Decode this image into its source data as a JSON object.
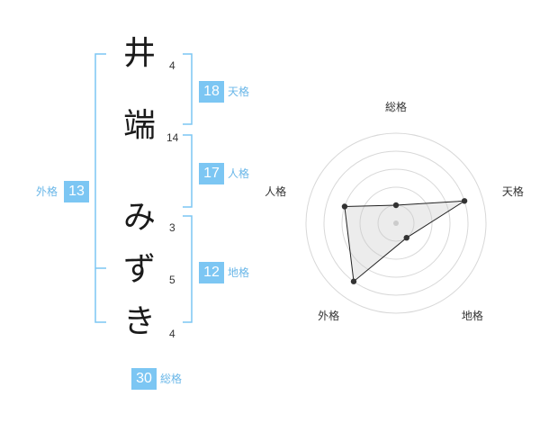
{
  "name": {
    "chars": [
      "井",
      "端",
      "み",
      "ず",
      "き"
    ],
    "strokes": [
      "4",
      "14",
      "3",
      "5",
      "4"
    ]
  },
  "fortune": {
    "tenkaku": {
      "value": "18",
      "label": "天格"
    },
    "jinkaku": {
      "value": "17",
      "label": "人格"
    },
    "chikaku": {
      "value": "12",
      "label": "地格"
    },
    "gaikaku": {
      "value": "13",
      "label": "外格"
    },
    "soukaku": {
      "value": "30",
      "label": "総格"
    }
  },
  "colors": {
    "accent": "#7cc6f3",
    "bracket": "#7cc6f3",
    "label": "#6ab7e8"
  },
  "chart_data": {
    "type": "radar",
    "axes": [
      "総格",
      "天格",
      "地格",
      "外格",
      "人格"
    ],
    "levels": 4,
    "max": 4,
    "values": [
      1,
      4,
      1,
      4,
      3
    ]
  }
}
